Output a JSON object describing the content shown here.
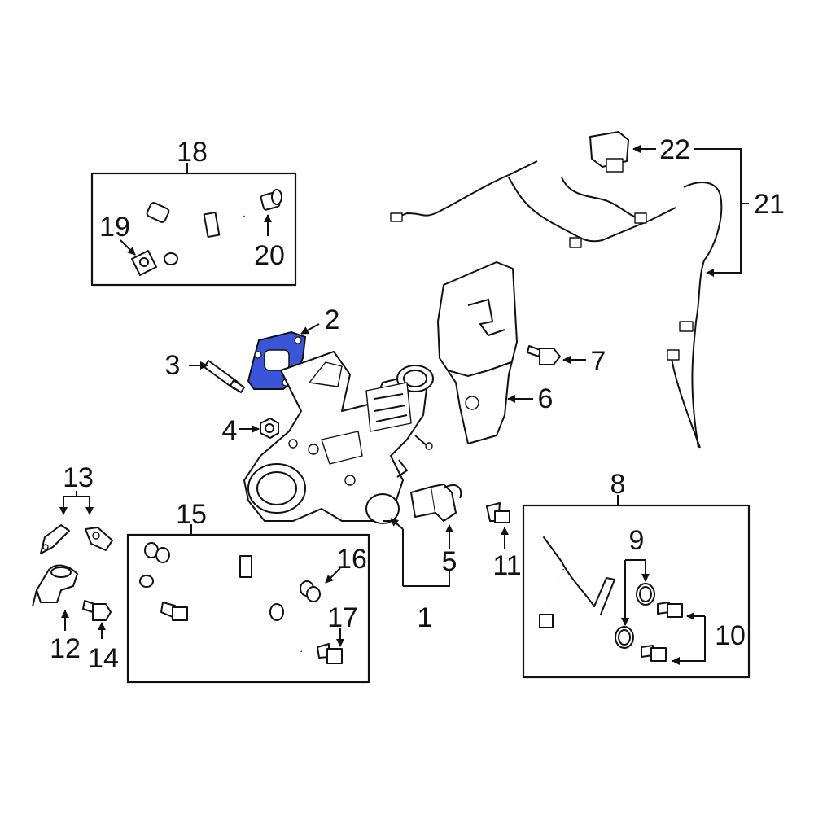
{
  "diagram": {
    "highlight_color": "#3a55d9",
    "callouts": [
      "1",
      "2",
      "3",
      "4",
      "5",
      "6",
      "7",
      "8",
      "9",
      "10",
      "11",
      "12",
      "13",
      "14",
      "15",
      "16",
      "17",
      "18",
      "19",
      "20",
      "21",
      "22"
    ]
  }
}
